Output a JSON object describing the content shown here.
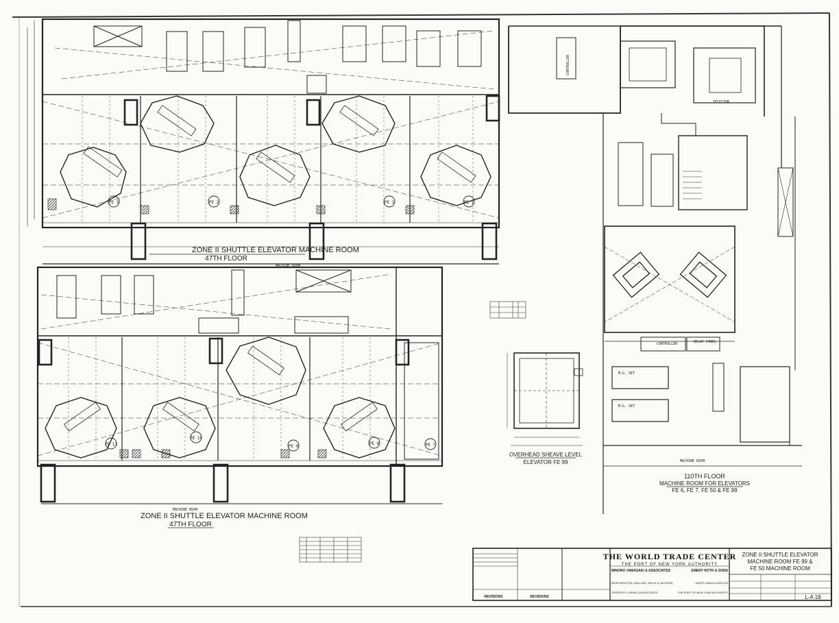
{
  "zone_room_top": {
    "title": "ZONE II SHUTTLE ELEVATOR MACHINE ROOM",
    "floor": "47TH FLOOR",
    "wall_note": "MACHINE ROOM"
  },
  "zone_room_bottom": {
    "title": "ZONE II SHUTTLE ELEVATOR MACHINE ROOM",
    "floor": "47TH FLOOR",
    "wall_note": "MACHINE ROOM"
  },
  "machines_top": [
    "PE 3",
    "PE 2",
    "PE 2",
    "PE 1"
  ],
  "machines_bottom": [
    "PE 11",
    "PE 10",
    "PE 9",
    "PE 8",
    "PE 7"
  ],
  "overhead_sheave": {
    "title": "OVERHEAD SHEAVE LEVEL",
    "subtitle": "ELEVATOR FE 99"
  },
  "machine_room_110": {
    "title": "110TH FLOOR",
    "subtitle": "MACHINE ROOM FOR ELEVATORS",
    "subtitle2": "FE 6, FE 7, FE 50 & FE 99",
    "wall_note": "MACHINE ROOM",
    "labels": [
      "CONTROLLER",
      "M.G. SET",
      "M.G. SET",
      "SELECTOR",
      "CONTROLLER",
      "RELAY PANEL"
    ]
  },
  "title_block": {
    "project": "THE WORLD TRADE CENTER",
    "authority": "THE PORT OF NEW YORK AUTHORITY",
    "architect_left": "MINORU YAMASAKI & ASSOCIATES",
    "architect_right": "EMERY ROTH & SONS",
    "engineer_left": "WORTHINGTON, SKILLING, HELLE & JACKSON",
    "engineer_right": "JAROS, BAUM & BOLLES",
    "engineer_left2": "JOSEPH R. LORING & ASSOCIATES",
    "engineer_right2": "THE PORT OF NEW YORK AUTHORITY",
    "revisions_label": "REVISIONS",
    "drawing_title_1": "ZONE II SHUTTLE ELEVATOR",
    "drawing_title_2": "MACHINE ROOM FE 99 &",
    "drawing_title_3": "FE 50 MACHINE ROOM",
    "sheet_number": "L-A 18"
  }
}
